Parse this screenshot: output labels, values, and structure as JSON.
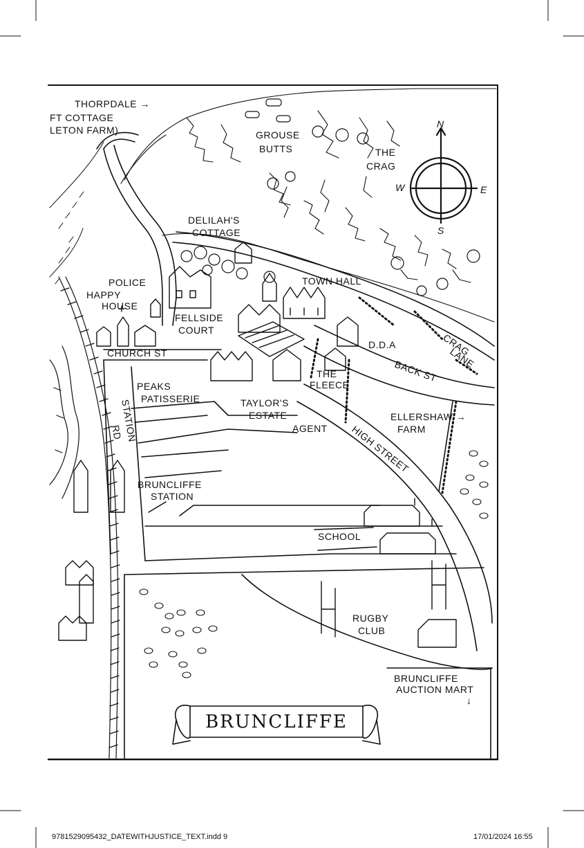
{
  "map": {
    "title": "BRUNCLIFFE",
    "labels": {
      "thorpdale": "THORPDALE →",
      "cottage": "FT COTTAGE",
      "farm": "LETON FARM)",
      "grouse_1": "GROUSE",
      "grouse_2": "BUTTS",
      "crag_1": "THE",
      "crag_2": "CRAG",
      "delilah_1": "DELILAH'S",
      "delilah_2": "COTTAGE",
      "police": "POLICE",
      "happy_1": "HAPPY",
      "happy_2": "HOUSE",
      "town_hall": "TOWN HALL",
      "fellside_1": "FELLSIDE",
      "fellside_2": "COURT",
      "crag_lane_1": "CRAG",
      "crag_lane_2": "LANE",
      "dda": "D.D.A",
      "church_st": "CHURCH ST",
      "back_st": "BACK ST",
      "fleece_1": "THE",
      "fleece_2": "FLEECE",
      "peaks_1": "PEAKS",
      "peaks_2": "PATISSERIE",
      "taylors_1": "TAYLOR'S",
      "taylors_2": "ESTATE",
      "agent": "AGENT",
      "station_road_1": "STATION",
      "station_road_2": "RD",
      "ellershaw_1": "ELLERSHAW →",
      "ellershaw_2": "FARM",
      "high_street": "HIGH STREET",
      "station_1": "BRUNCLIFFE",
      "station_2": "STATION",
      "school": "SCHOOL",
      "rugby_1": "RUGBY",
      "rugby_2": "CLUB",
      "auction_1": "BRUNCLIFFE",
      "auction_2": "AUCTION MART",
      "auction_arrow": "↓"
    },
    "compass": {
      "n": "N",
      "s": "S",
      "e": "E",
      "w": "W"
    }
  },
  "footer": {
    "file": "9781529095432_DATEWITHJUSTICE_TEXT.indd 9",
    "timestamp": "17/01/2024   16:55"
  }
}
